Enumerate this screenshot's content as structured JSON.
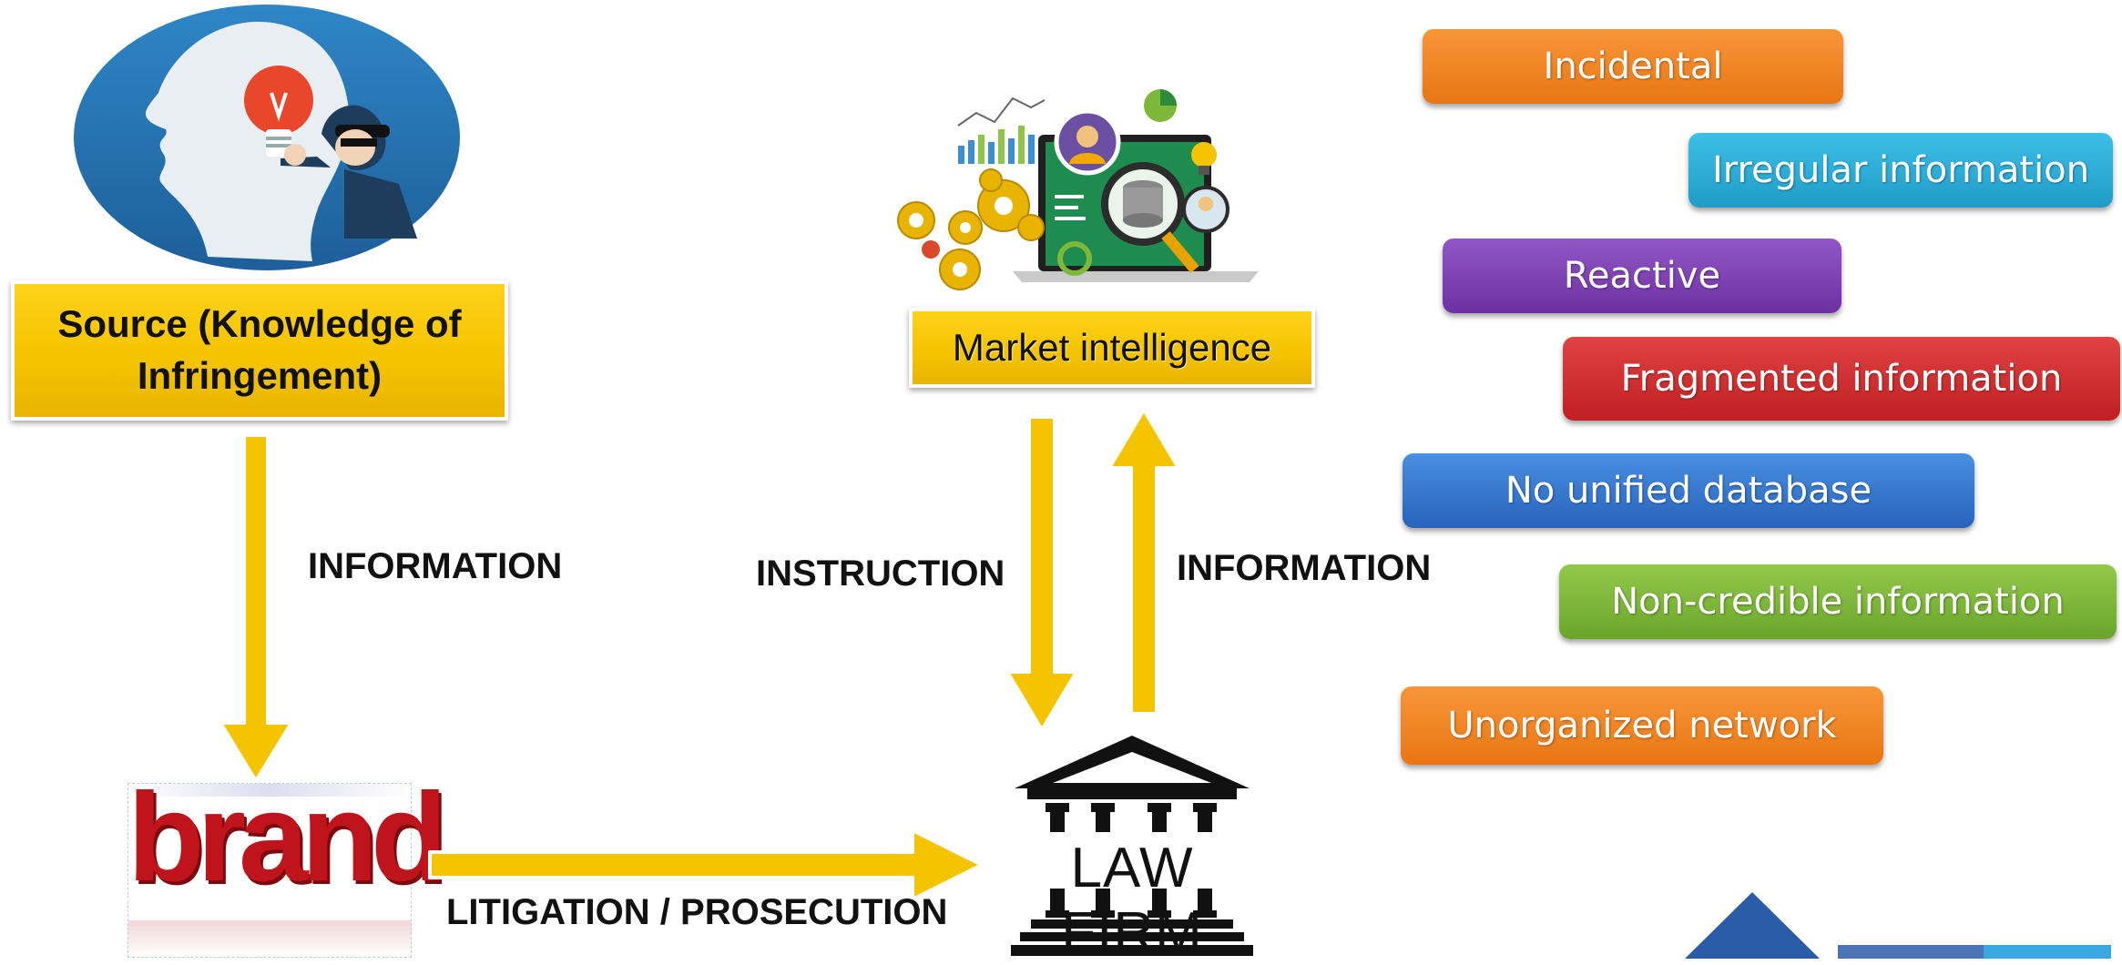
{
  "nodes": {
    "source": "Source (Knowledge of Infringement)",
    "market_intelligence": "Market intelligence",
    "law_firm": "LAW FIRM",
    "brand": "brand"
  },
  "flows": {
    "source_to_brand": "INFORMATION",
    "instruction": "INSTRUCTION",
    "law_firm_to_mi": "INFORMATION",
    "brand_to_law_firm": "LITIGATION / PROSECUTION"
  },
  "issues": [
    {
      "label": "Incidental",
      "color": "#f0811c"
    },
    {
      "label": "Irregular information",
      "color": "#27a8d4"
    },
    {
      "label": "Reactive",
      "color": "#7d3fb0"
    },
    {
      "label": "Fragmented information",
      "color": "#d12a2a"
    },
    {
      "label": "No unified database",
      "color": "#2f76cf"
    },
    {
      "label": "Non-credible information",
      "color": "#7eb83a"
    },
    {
      "label": "Unorganized network",
      "color": "#f0811c"
    }
  ],
  "colors": {
    "arrow_yellow": "#f5c400",
    "node_yellow": "#f5c400",
    "logo_blue": "#2b5ca8"
  },
  "icons": {
    "source": "thief-stealing-idea-icon",
    "market_intelligence": "analytics-laptop-icon",
    "law_firm": "courthouse-columns-icon",
    "logo": "blue-diamond-logo-icon"
  }
}
